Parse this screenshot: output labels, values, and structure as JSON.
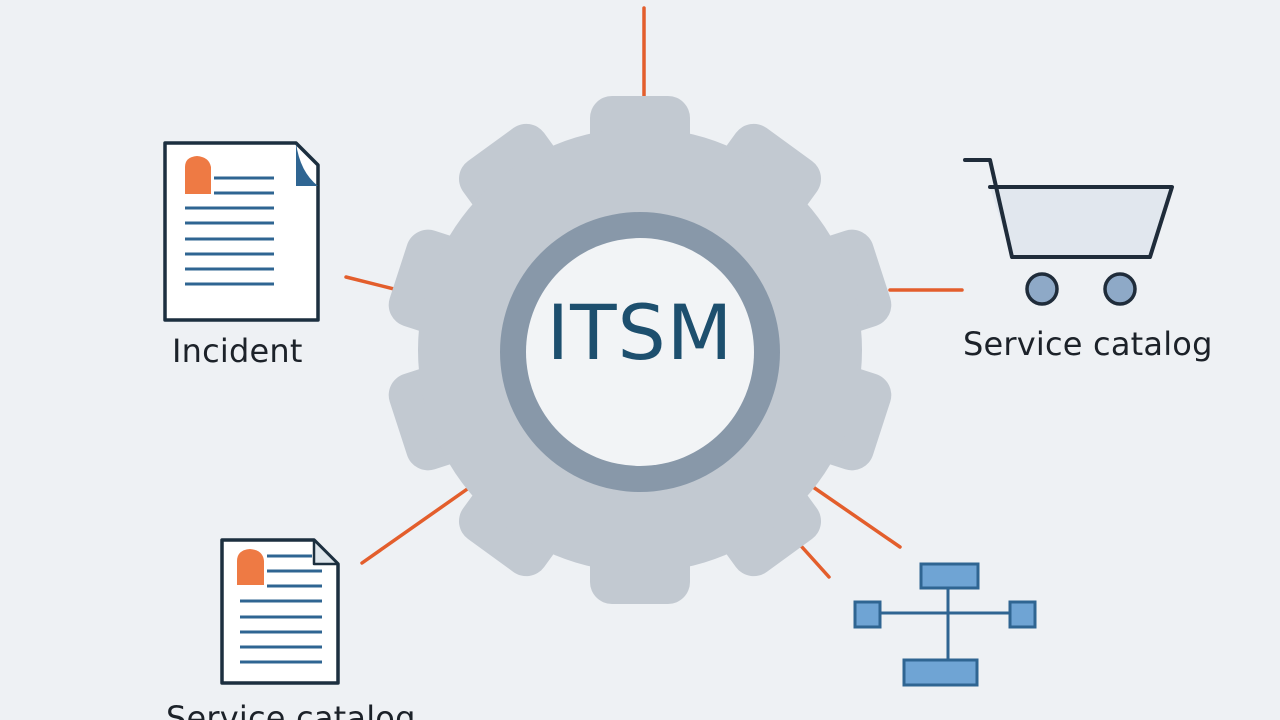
{
  "center": {
    "label": "ITSM"
  },
  "nodes": {
    "incident": {
      "label": "Incident",
      "icon": "document-icon"
    },
    "service_catalog": {
      "label": "Service catalog",
      "icon": "shopping-cart-icon"
    },
    "document_bottom": {
      "label": "Service catalog",
      "icon": "document-icon"
    },
    "hierarchy": {
      "icon": "org-chart-icon"
    }
  },
  "colors": {
    "background": "#eef1f4",
    "gear": "#c2c9d1",
    "ring": "#8898a9",
    "center_fill": "#f2f4f6",
    "center_text": "#1d4f6e",
    "connector": "#e35e2c",
    "document_line": "#2f6592",
    "accent_tag": "#ee7a44",
    "org_box": "#6fa4d4"
  }
}
